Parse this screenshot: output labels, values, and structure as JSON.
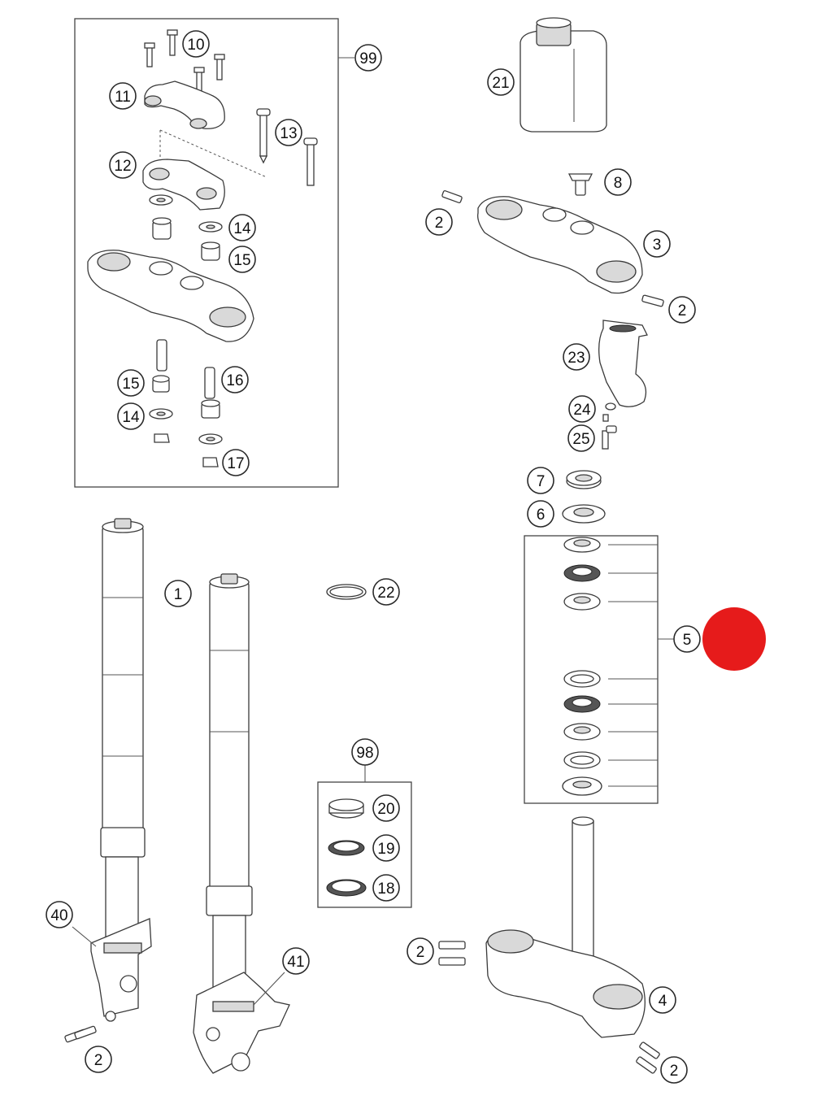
{
  "callouts": [
    "10",
    "99",
    "11",
    "13",
    "12",
    "14",
    "15",
    "15",
    "16",
    "14",
    "17",
    "21",
    "8",
    "2",
    "3",
    "2",
    "23",
    "24",
    "25",
    "7",
    "6",
    "1",
    "22",
    "5",
    "98",
    "20",
    "19",
    "18",
    "40",
    "41",
    "2",
    "4",
    "2",
    "2"
  ],
  "colors": {
    "accent": "#e61b1b",
    "line": "#3a3a3a",
    "background": "#ffffff"
  }
}
